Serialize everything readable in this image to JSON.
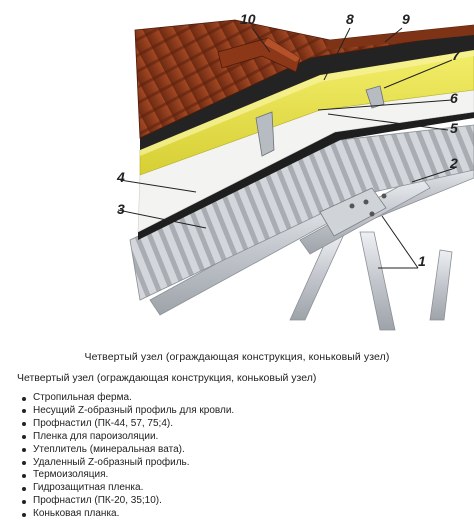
{
  "figure": {
    "callouts": [
      "10",
      "8",
      "9",
      "7",
      "6",
      "5",
      "4",
      "3",
      "2",
      "1"
    ]
  },
  "caption": "Четвертый узел (ограждающая конструкция, коньковый узел)",
  "subheading": "Четвертый узел (ограждающая конструкция, коньковый узел)",
  "legend_items": [
    "Стропильная ферма.",
    "Несущий Z-образный профиль для кровли.",
    "Профнастил (ПК-44, 57, 75;4).",
    "Пленка для пароизоляции.",
    "Утеплитель (минеральная вата).",
    "Удаленный Z-образный профиль.",
    "Термоизоляция.",
    "Гидрозащитная пленка.",
    "Профнастил (ПК-20, 35;10).",
    "Коньковая планка."
  ],
  "colors": {
    "roof_sheet": "#8b3a1c",
    "insulation": "#e6e04a",
    "membrane": "#2b2b2b",
    "steel": "#c9ccd1"
  }
}
